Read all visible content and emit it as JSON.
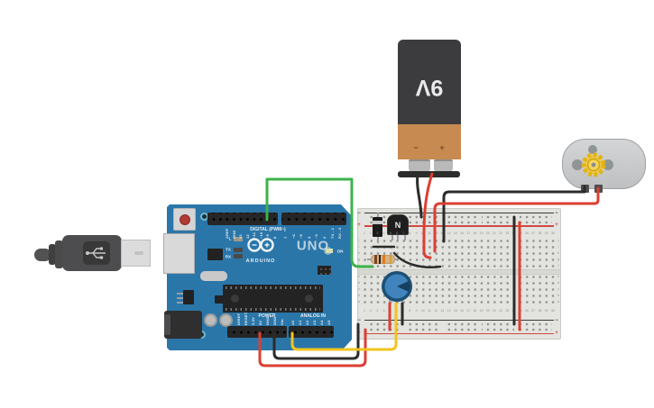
{
  "canvas": {
    "background": "#ffffff"
  },
  "arduino": {
    "brand": "ARDUINO",
    "model": "UNO",
    "digital_header_label": "DIGITAL (PWM~)",
    "digital_pins_left": [
      "AREF",
      "GND",
      "13",
      "12",
      "~11",
      "~10",
      "~9",
      "8"
    ],
    "digital_pins_right": [
      "7",
      "~6",
      "~5",
      "4",
      "~3",
      "2",
      "TX→1",
      "RX←0"
    ],
    "led_labels": [
      "L",
      "TX",
      "RX"
    ],
    "on_label": "ON",
    "logo_minus": "-",
    "logo_plus": "+",
    "power_header_label": "POWER",
    "power_pins": [
      "IOREF",
      "RESET",
      "3.3V",
      "5V",
      "GND",
      "GND",
      "Vin"
    ],
    "analog_header_label": "ANALOG IN",
    "analog_pins": [
      "A0",
      "A1",
      "A2",
      "A3",
      "A4",
      "A5"
    ],
    "board_color": "#2b76a9"
  },
  "battery": {
    "voltage_label": "9V",
    "negative_symbol": "−",
    "positive_symbol": "+",
    "body_color": "#3c3c3f",
    "band_color": "#c78a50"
  },
  "motor": {
    "body_color": "#c9cacb",
    "gear_color": "#e5bb16"
  },
  "transistor": {
    "label": "N"
  },
  "breadboard": {
    "background": "#e3e3df",
    "minus_symbol": "−",
    "plus_symbol": "+",
    "column_numbers": [
      "1",
      "2",
      "3",
      "4",
      "5",
      "6",
      "7",
      "8",
      "9",
      "10",
      "11",
      "12",
      "13",
      "14",
      "15",
      "16",
      "17",
      "18",
      "19",
      "20",
      "21",
      "22",
      "23",
      "24",
      "25",
      "26",
      "27",
      "28",
      "29",
      "30"
    ],
    "row_letters_top": [
      "j",
      "i",
      "h",
      "g",
      "f"
    ],
    "row_letters_bottom": [
      "e",
      "d",
      "c",
      "b",
      "a"
    ],
    "rail_minus_color": "#3a3a3a",
    "rail_plus_color": "#cf4a45"
  },
  "potentiometer": {
    "knob_color": "#4083bd"
  },
  "wire_colors": {
    "green": "#3cb34a",
    "red": "#dd3f33",
    "black": "#2b2b2b",
    "yellow": "#f2c41d"
  }
}
